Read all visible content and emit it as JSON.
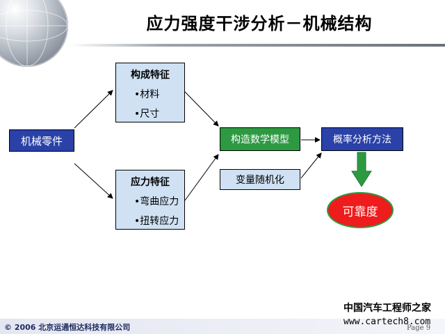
{
  "slide": {
    "title": "应力强度干涉分析－机械结构"
  },
  "diagram": {
    "source_node": "机械零件",
    "structure_box": {
      "heading": "构成特征",
      "items": [
        "•材料",
        "•尺寸"
      ]
    },
    "stress_box": {
      "heading": "应力特征",
      "items": [
        "•弯曲应力",
        "•扭转应力"
      ]
    },
    "model_node": "构造数学模型",
    "randomize_node": "变量随机化",
    "method_node": "概率分析方法",
    "result_node": "可靠度",
    "colors": {
      "node_blue": "#2a41a7",
      "node_light": "#cfe1f3",
      "node_green": "#2d9a42",
      "result_red": "#ee1c1c"
    }
  },
  "footer": {
    "copyright": "© 2006 北京运通恒达科技有限公司",
    "page_label": "Page 9"
  },
  "watermark": {
    "line1": "中国汽车工程师之家",
    "line2": "www.cartech8.com"
  }
}
